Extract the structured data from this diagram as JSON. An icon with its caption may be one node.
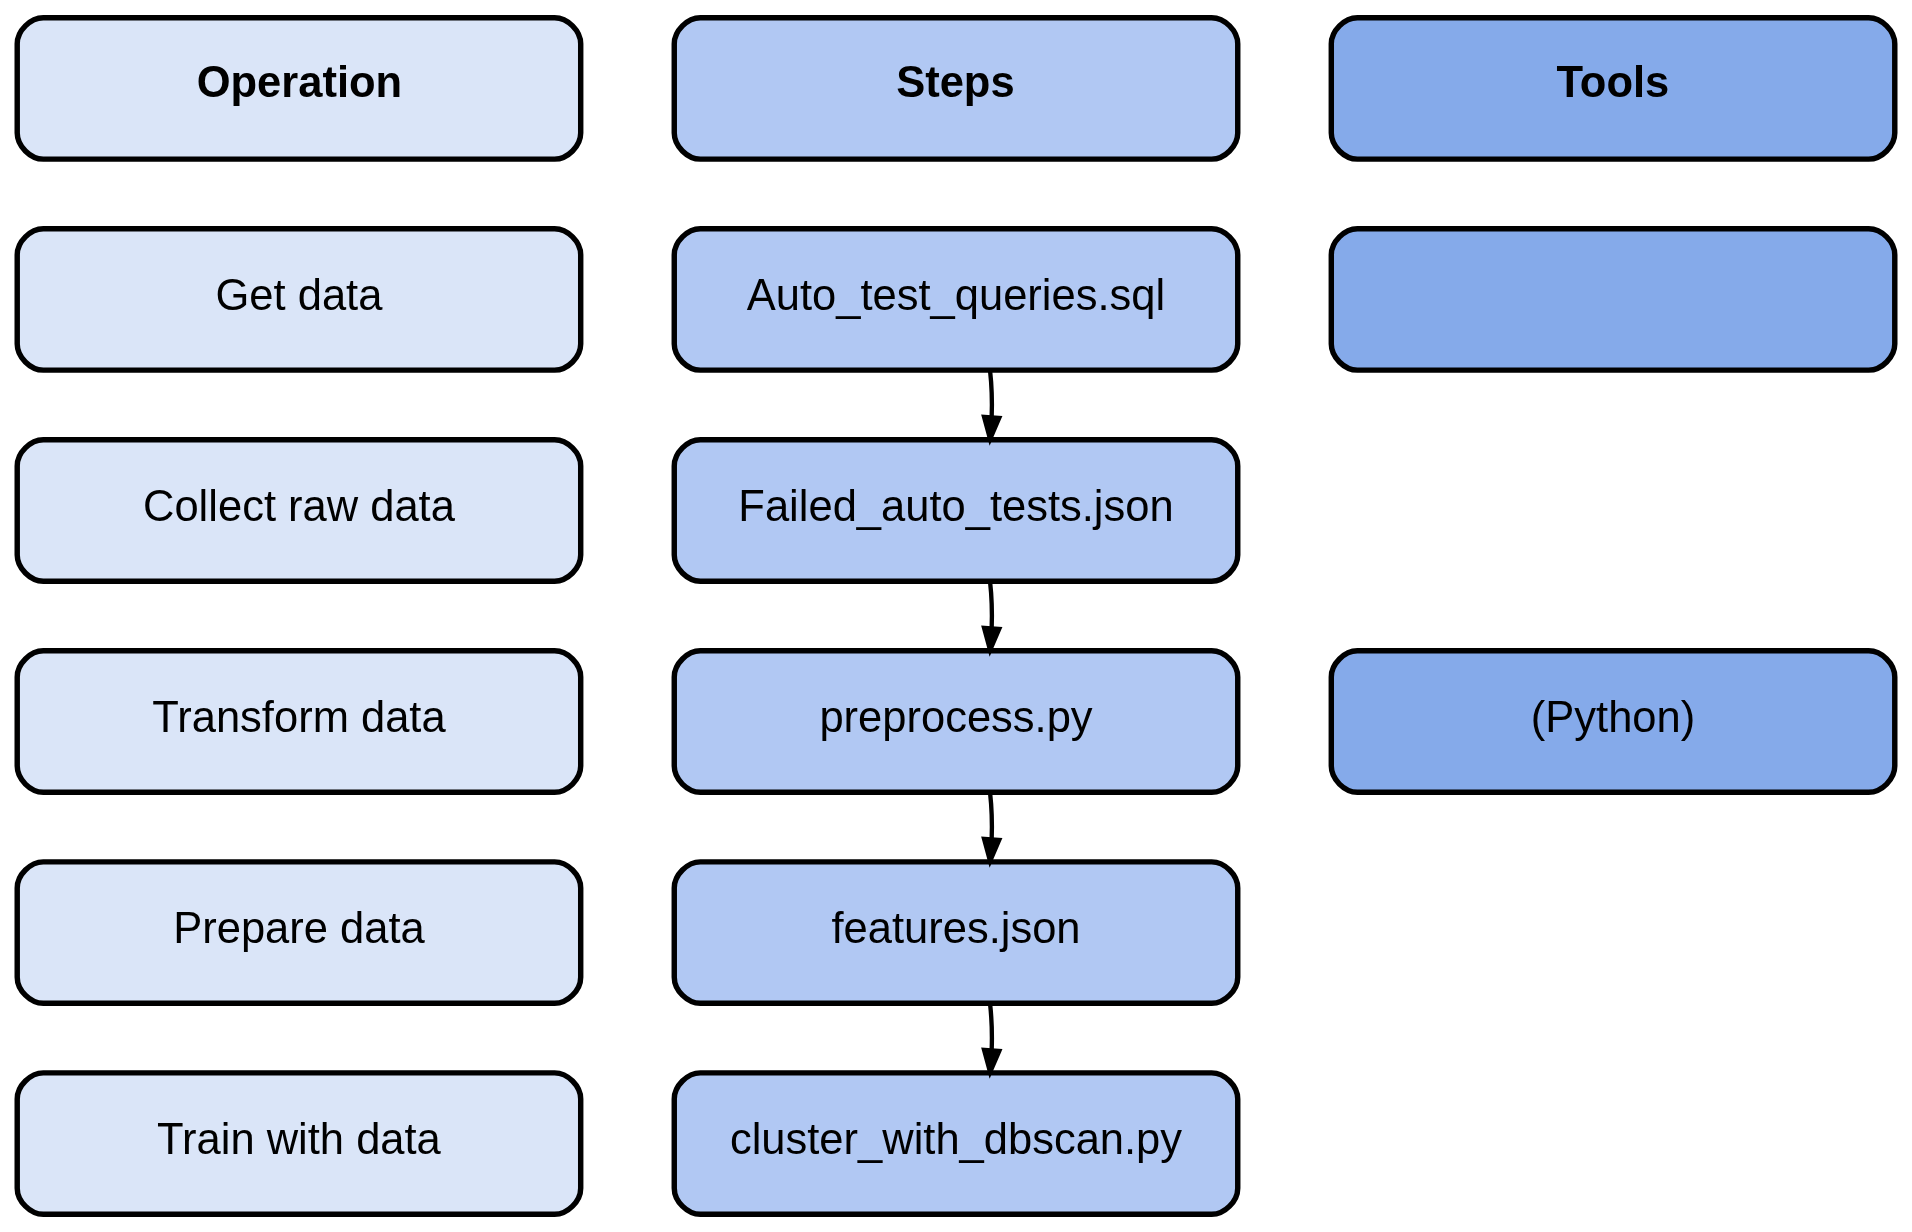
{
  "diagram": {
    "nodes": [
      {
        "text": [
          "Operation"
        ]
      },
      {
        "text": [
          "Steps"
        ]
      },
      {
        "text": [
          "Tools"
        ]
      },
      {
        "text": [
          "Get data"
        ]
      },
      {
        "text": [
          "Auto_test_queries.sql"
        ]
      },
      {
        "text": [],
        "shape": "box"
      },
      {
        "text": [
          "Collect raw data"
        ]
      },
      {
        "text": [
          "Failed_auto_tests.json"
        ]
      },
      {
        "text": [
          "Transform data"
        ]
      },
      {
        "text": [
          "preprocess.py"
        ]
      },
      {
        "text": [
          "(Python)"
        ]
      },
      {
        "text": [
          "Prepare data"
        ]
      },
      {
        "text": [
          "features.json"
        ]
      },
      {
        "text": [
          "Train with data"
        ]
      },
      {
        "text": [
          "cluster_with_dbscan.py"
        ]
      }
    ],
    "edges": [
      {
        "from": 4,
        "to": 7,
        "arrow": "to"
      },
      {
        "from": 7,
        "to": 9,
        "arrow": "to"
      },
      {
        "from": 9,
        "to": 12,
        "arrow": "to"
      },
      {
        "from": 12,
        "to": 14,
        "arrow": "to"
      }
    ]
  }
}
